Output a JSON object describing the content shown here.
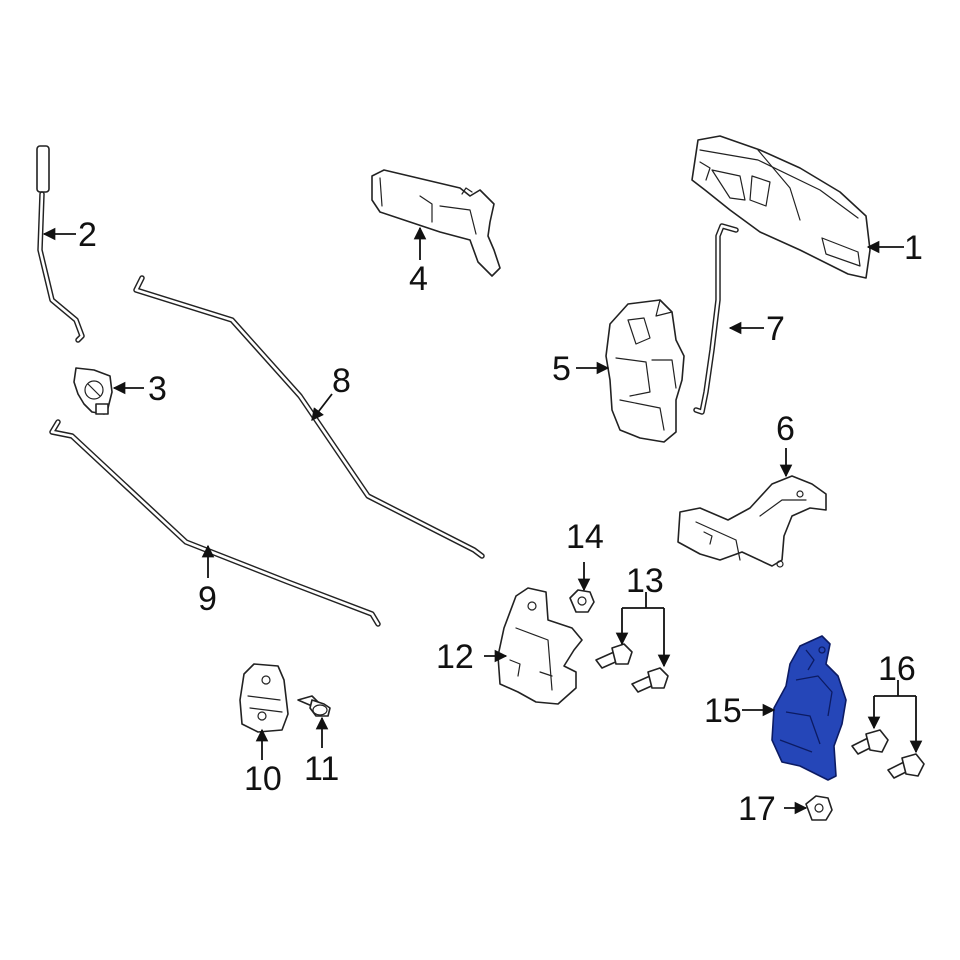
{
  "diagram": {
    "callouts": [
      {
        "number": "1"
      },
      {
        "number": "2"
      },
      {
        "number": "3"
      },
      {
        "number": "4"
      },
      {
        "number": "5"
      },
      {
        "number": "6"
      },
      {
        "number": "7"
      },
      {
        "number": "8"
      },
      {
        "number": "9"
      },
      {
        "number": "10"
      },
      {
        "number": "11"
      },
      {
        "number": "12"
      },
      {
        "number": "13"
      },
      {
        "number": "14"
      },
      {
        "number": "15"
      },
      {
        "number": "16"
      },
      {
        "number": "17"
      }
    ],
    "colors": {
      "line": "#222222",
      "background": "#ffffff",
      "highlight_fill": "#2546b8",
      "highlight_stroke": "#0c1b63"
    },
    "highlighted_part": "15"
  }
}
